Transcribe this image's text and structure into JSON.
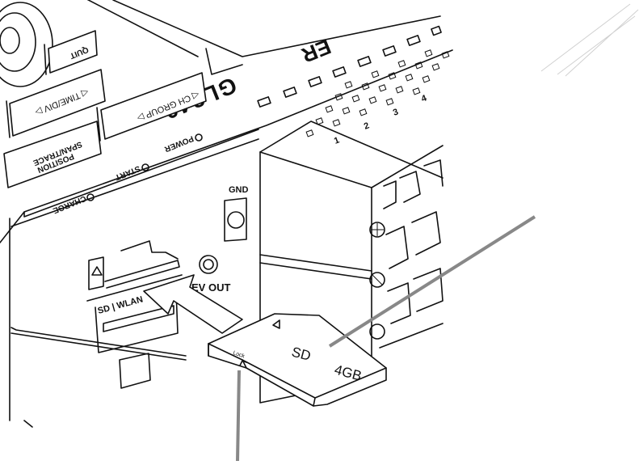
{
  "device": {
    "model": "GL840",
    "brand_fragment": "ER",
    "buttons": {
      "quit": "QUIT",
      "time_div": "◁ TIME/DIV ▷",
      "ch_group": "◁ CH GROUP ▷",
      "span_trace_line1": "SPAN/TRACE",
      "span_trace_line2": "POSITION"
    },
    "indicators": {
      "charge": "CHARGE",
      "start": "START",
      "power": "POWER"
    },
    "ports": {
      "gnd": "GND",
      "ev_out": "EV OUT",
      "slot_label": "SD | WLAN"
    },
    "channel_numbers": [
      "1",
      "2",
      "3",
      "4"
    ]
  },
  "sd_card": {
    "type": "SD",
    "capacity": "4GB",
    "lock": "Lock"
  }
}
